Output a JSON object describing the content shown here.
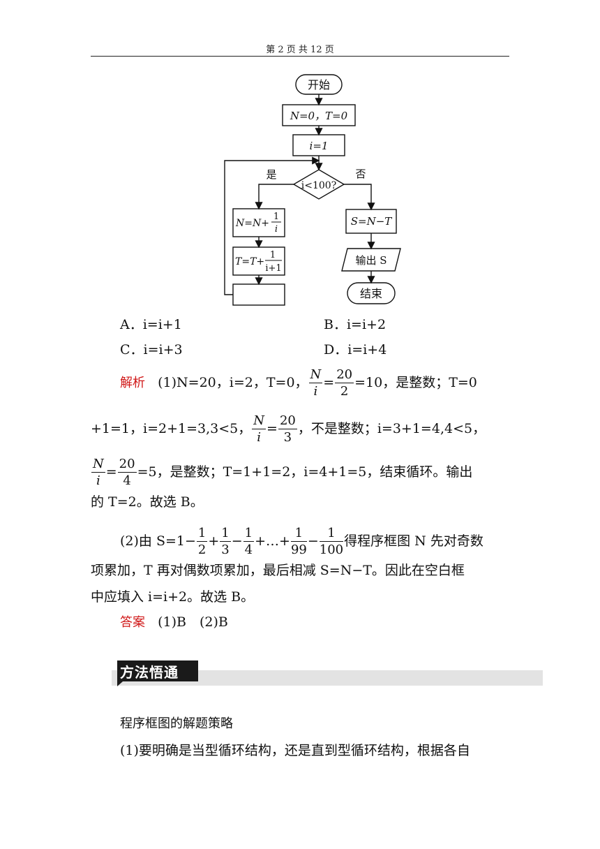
{
  "header": {
    "page_info": "第 2 页 共 12 页"
  },
  "flowchart": {
    "start": "开始",
    "init": "N=0，T=0",
    "i_init": "i=1",
    "condition": "i<100?",
    "yes": "是",
    "no": "否",
    "step_n": "N=N+",
    "step_t": "T=T+",
    "frac_one": "1",
    "frac_i": "i",
    "frac_i1": "i+1",
    "s_calc": "S=N−T",
    "output": "输出 S",
    "end": "结束",
    "blank": ""
  },
  "options": {
    "a": "A．i=i+1",
    "b": "B．i=i+2",
    "c": "C．i=i+3",
    "d": "D．i=i+4"
  },
  "solution": {
    "label": "解析",
    "l1_a": "(1)N=20，i=2，T=0，",
    "l1_b": "=10，是整数；T=0",
    "l2_a": "+1=1，i=2+1=3,3<5，",
    "l2_b": "，不是整数；i=3+1=4,4<5，",
    "l3_b": "=5，是整数；T=1+1=2，i=4+1=5，结束循环。输出",
    "l4": "的 T=2。故选 B。",
    "l5_a": "(2)由 S=1−",
    "l5_b": "得程序框图 N 先对奇数",
    "l6": "项累加，T 再对偶数项累加，最后相减 S=N−T。因此在空白框",
    "l7": "中应填入 i=i+2。故选 B。",
    "fracs": {
      "N": "N",
      "i": "i",
      "n20": "20",
      "d2": "2",
      "d3": "3",
      "d4": "4",
      "one": "1",
      "d99": "99",
      "d100": "100"
    },
    "ops": {
      "eq": "=",
      "plus": "+",
      "minus": "−",
      "dots": "+…+"
    }
  },
  "answer": {
    "label": "答案",
    "value": "(1)B　(2)B"
  },
  "method": {
    "banner": "方法悟通",
    "title": "程序框图的解题策略",
    "item1": "(1)要明确是当型循环结构，还是直到型循环结构，根据各自"
  }
}
